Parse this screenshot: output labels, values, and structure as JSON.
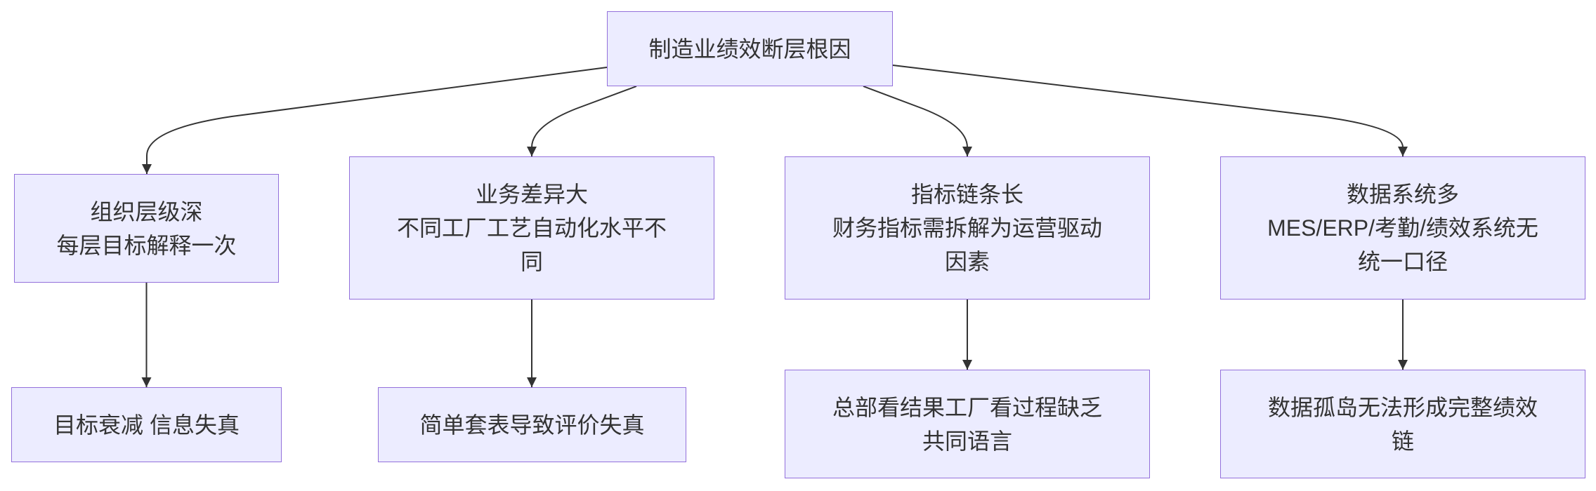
{
  "root": {
    "lines": [
      "制造业绩效断层根因"
    ]
  },
  "causes": [
    {
      "lines": [
        "组织层级深",
        "每层目标解释一次"
      ],
      "effect": {
        "lines": [
          "目标衰减 信息失真"
        ]
      }
    },
    {
      "lines": [
        "业务差异大",
        "不同工厂工艺自动化水平不",
        "同"
      ],
      "effect": {
        "lines": [
          "简单套表导致评价失真"
        ]
      }
    },
    {
      "lines": [
        "指标链条长",
        "财务指标需拆解为运营驱动",
        "因素"
      ],
      "effect": {
        "lines": [
          "总部看结果工厂看过程缺乏",
          "共同语言"
        ]
      }
    },
    {
      "lines": [
        "数据系统多",
        "MES/ERP/考勤/绩效系统无",
        "统一口径"
      ],
      "effect": {
        "lines": [
          "数据孤岛无法形成完整绩效",
          "链"
        ]
      }
    }
  ],
  "colors": {
    "node_fill": "#ECECFF",
    "node_border": "#9370DB",
    "edge": "#333333",
    "text": "#333333",
    "background": "#FFFFFF"
  }
}
